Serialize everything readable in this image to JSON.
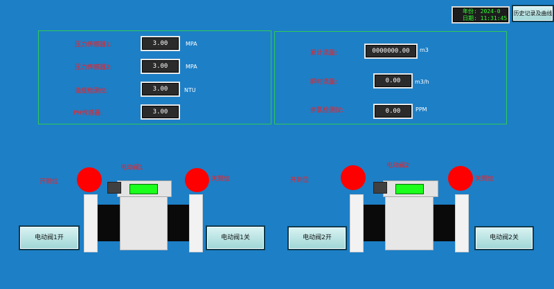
{
  "clock": {
    "line1": "年份: 2024-0",
    "line2": "日期: 11:31:45"
  },
  "history_button": "历史记录及曲线",
  "left_panel": {
    "rows": [
      {
        "label": "压力传感器1:",
        "value": "3.00",
        "unit": "MPA"
      },
      {
        "label": "压力传感器2:",
        "value": "3.00",
        "unit": "MPA"
      },
      {
        "label": "浊度检测仪:",
        "value": "3.00",
        "unit": "NTU"
      },
      {
        "label": "PH传感器:",
        "value": "3.00",
        "unit": ""
      }
    ]
  },
  "right_panel": {
    "rows": [
      {
        "label": "累计流量:",
        "value": "0000000.00",
        "unit": "m3"
      },
      {
        "label": "瞬时流量:",
        "value": "0.00",
        "unit": "m3/h"
      },
      {
        "label": "余氯检测仪:",
        "value": "0.00",
        "unit": "PPM"
      }
    ]
  },
  "valve1": {
    "title": "电动阀1",
    "open_label": "开到位",
    "close_label": "关到位",
    "open_button": "电动阀1开",
    "close_button": "电动阀1关"
  },
  "valve2": {
    "title": "电动阀2",
    "open_label": "开到位",
    "close_label": "关到位",
    "open_button": "电动阀2开",
    "close_button": "电动阀2关"
  },
  "colors": {
    "background": "#1D7FC6",
    "label_red": "#FF1A1A",
    "indicator_red": "#FF0000",
    "indicator_green": "#1CFF1C",
    "panel_border": "#2FCB55"
  }
}
